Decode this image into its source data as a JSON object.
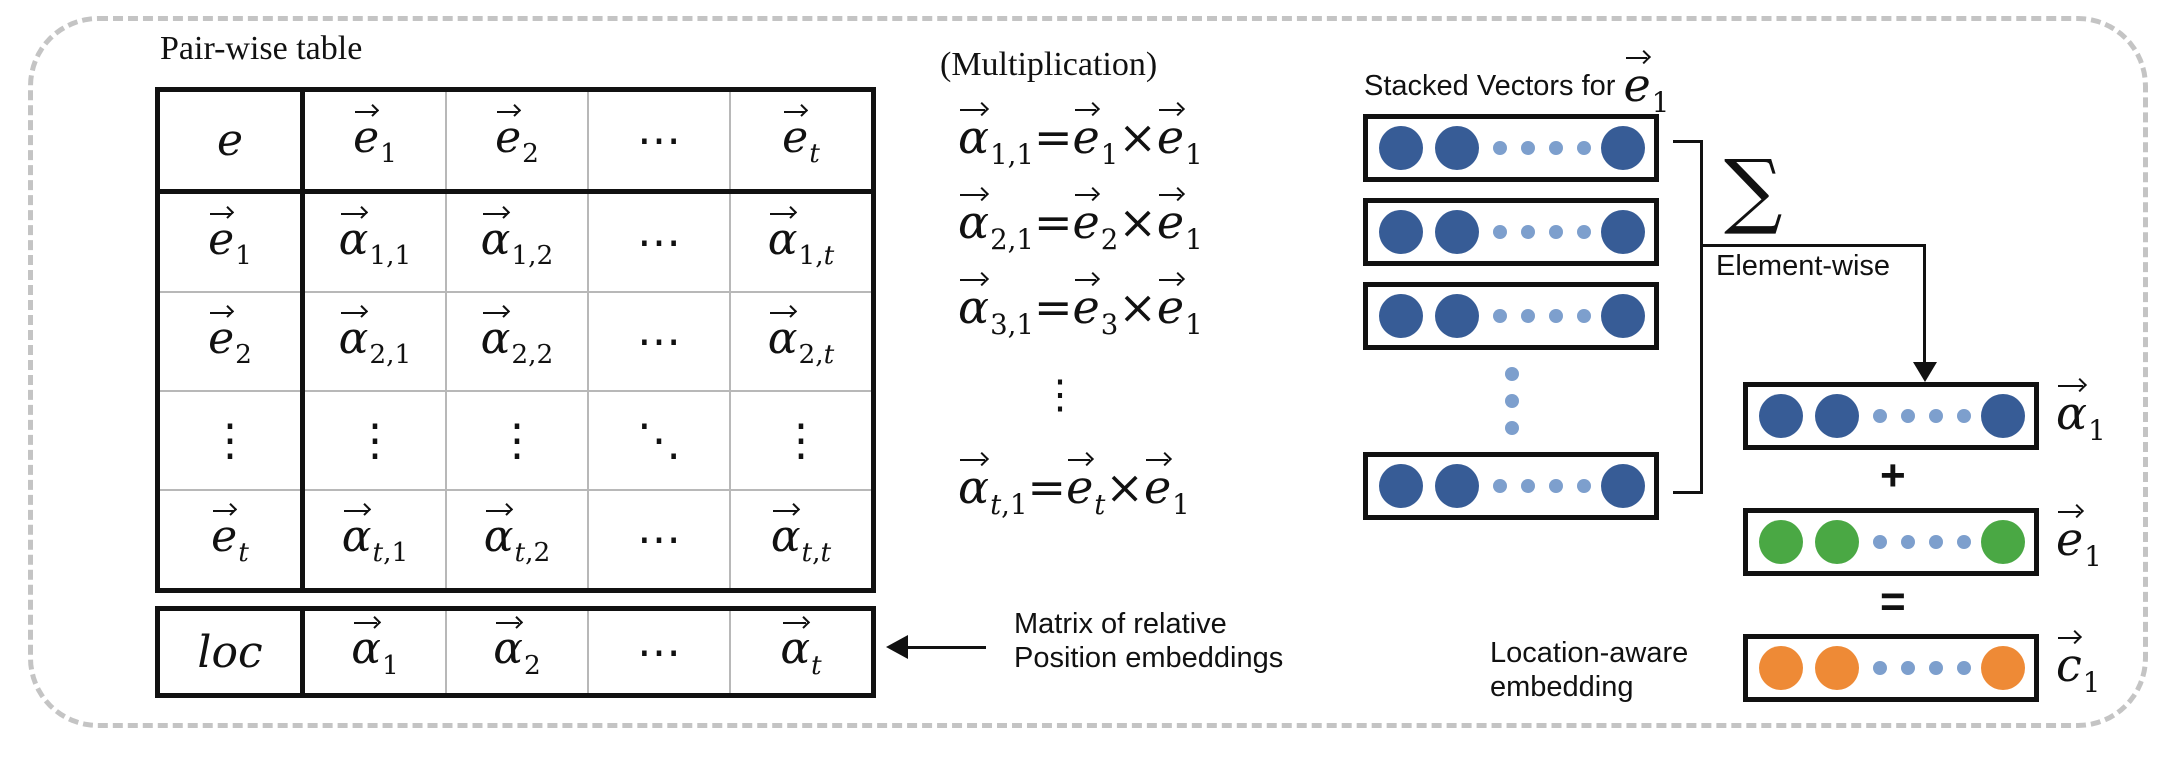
{
  "pairwise_table": {
    "title": "Pair-wise table",
    "header": [
      "e",
      "e|1",
      "e|2",
      "⋯",
      "e|t"
    ],
    "rows": [
      [
        "e|1",
        "α|1,1",
        "α|1,2",
        "⋯",
        "α|1,t"
      ],
      [
        "e|2",
        "α|2,1",
        "α|2,2",
        "⋯",
        "α|2,t"
      ],
      [
        "⋮",
        "⋮",
        "⋮",
        "⋱",
        "⋮"
      ],
      [
        "e|t",
        "α|t,1",
        "α|t,2",
        "⋯",
        "α|t,t"
      ]
    ]
  },
  "location_row": [
    "loc",
    "α|1",
    "α|2",
    "⋯",
    "α|t"
  ],
  "location_arrow_label": [
    "Matrix of relative",
    "Position embeddings"
  ],
  "multiplication": {
    "title": "(Multiplication)",
    "equations": [
      {
        "lhs": "α|1,1",
        "a": "e|1",
        "b": "e|1"
      },
      {
        "lhs": "α|2,1",
        "a": "e|2",
        "b": "e|1"
      },
      {
        "lhs": "α|3,1",
        "a": "e|3",
        "b": "e|1"
      },
      {
        "lhs": "α|t,1",
        "a": "e|t",
        "b": "e|1"
      }
    ],
    "ellipsis": "⋮"
  },
  "stacked": {
    "title": "Stacked Vectors for ",
    "title_vec": "e|1",
    "sum_symbol": "∑",
    "element_wise": "Element-wise"
  },
  "composition": {
    "plus": "+",
    "equals": "=",
    "labels": [
      "α|1",
      "e|1",
      "c|1"
    ],
    "location_aware": [
      "Location-aware",
      "embedding"
    ]
  },
  "colors": {
    "blue": "#375c96",
    "light_blue": "#7d9fcd",
    "green": "#4aa844",
    "orange": "#ee8a36",
    "border": "#c4c4c4"
  }
}
